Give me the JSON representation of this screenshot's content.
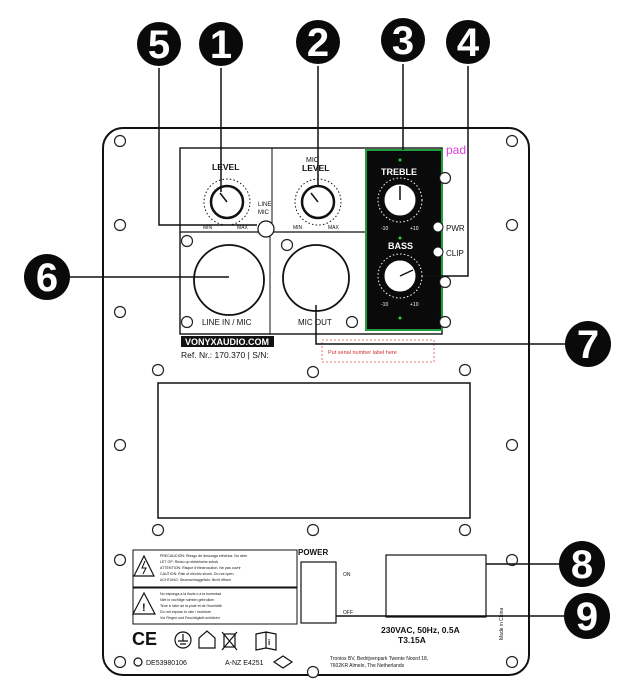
{
  "callouts": [
    {
      "num": "5"
    },
    {
      "num": "1"
    },
    {
      "num": "2"
    },
    {
      "num": "3"
    },
    {
      "num": "4"
    },
    {
      "num": "6"
    },
    {
      "num": "7"
    },
    {
      "num": "8"
    },
    {
      "num": "9"
    }
  ],
  "panel": {
    "pad_label": "pad",
    "level_label": "LEVEL",
    "mic_label": "MIC",
    "mic_level_label": "LEVEL",
    "min_label": "MIN",
    "max_label": "MAX",
    "line_label": "LINE",
    "mic_switch_label": "MIC",
    "treble_label": "TREBLE",
    "bass_label": "BASS",
    "minus10": "-10",
    "plus10": "+10",
    "pwr_label": "PWR",
    "clip_label": "CLIP",
    "line_in_label": "LINE IN / MIC",
    "mic_out_label": "MIC OUT",
    "website": "VONYXAUDIO.COM",
    "ref_line": "Ref. Nr.: 170.370  |  S/N:",
    "serial_placeholder": "Put serial number label here",
    "power_label": "POWER",
    "on_label": "ON",
    "off_label": "OFF",
    "voltage_line1": "230VAC, 50Hz, 0.5A",
    "voltage_line2": "T3.15A",
    "brand_vertical": "Made in China",
    "warning_lines": [
      "PRECAUCIÓN: Riesgo de descarga eléctrica. No abrir",
      "LET OP: Risico op elektrische schok",
      "ATTENTION: Risque d'électrocution. Ne pas ouvrir",
      "CAUTION: Risk of electric shock. Do not open",
      "ACHTUNG: Stromschlaggefahr. Nicht öffnen"
    ],
    "moisture_lines": [
      "No exponga a la lluvia o a la humedad",
      "Niet in vochtige ruimten gebruiken",
      "Tenir à l'abri de la pluie et de l'humidité",
      "Do not expose to rain / moisture",
      "Vor Regen und Feuchtigkeit schützen"
    ],
    "ce_mark": "CE",
    "code_left": "DE53980106",
    "code_right": "A-NZ  E4251",
    "address_line1": "Tronios BV, Bedrijvenpark Twente Noord 18,",
    "address_line2": "7602KR Almelo, The Netherlands"
  }
}
